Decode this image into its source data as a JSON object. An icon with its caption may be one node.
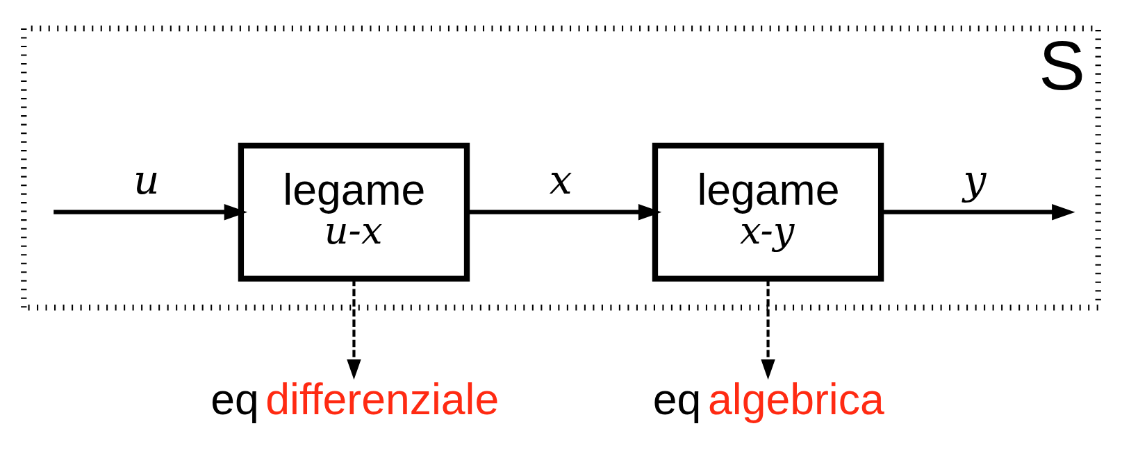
{
  "diagram": {
    "nodes": [
      {
        "text": [
          "S"
        ]
      },
      {
        "text": [
          "legame",
          "u-x"
        ],
        "in": 0
      },
      {
        "text": [
          "legame",
          "x-y"
        ],
        "in": 0
      },
      {
        "text": [
          "eq",
          "differenziale"
        ]
      },
      {
        "text": [
          "eq",
          "algebrica"
        ]
      }
    ],
    "edges": [
      {
        "from": null,
        "to": 1,
        "arrow": "to",
        "label": "u"
      },
      {
        "from": 1,
        "to": 2,
        "arrow": "to",
        "label": "x"
      },
      {
        "from": 2,
        "to": null,
        "arrow": "to",
        "label": "y"
      },
      {
        "from": 1,
        "to": 3,
        "arrow": "to",
        "style": "dashed"
      },
      {
        "from": 2,
        "to": 4,
        "arrow": "to",
        "style": "dashed"
      }
    ]
  }
}
